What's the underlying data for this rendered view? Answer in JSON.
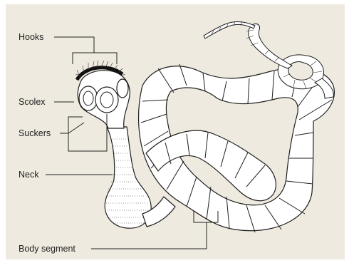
{
  "diagram": {
    "labels": {
      "hooks": "Hooks",
      "scolex": "Scolex",
      "suckers": "Suckers",
      "neck": "Neck",
      "body_segment": "Body segment"
    }
  },
  "colors": {
    "background": "#efeae0",
    "frame": "#ffffff",
    "line": "#1e1e1e",
    "fill": "#ffffff"
  }
}
